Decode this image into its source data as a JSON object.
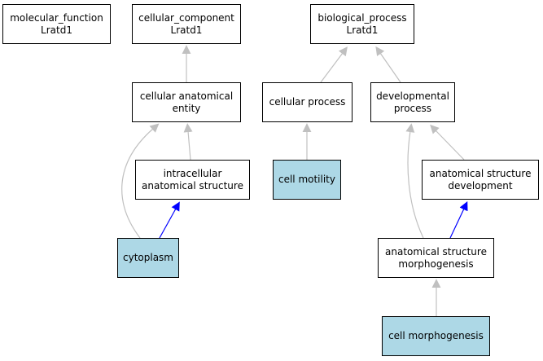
{
  "nodes": [
    {
      "id": "mf",
      "lines": [
        "molecular_function",
        "Lratd1"
      ],
      "highlight": false
    },
    {
      "id": "cc",
      "lines": [
        "cellular_component",
        "Lratd1"
      ],
      "highlight": false
    },
    {
      "id": "bp",
      "lines": [
        "biological_process",
        "Lratd1"
      ],
      "highlight": false
    },
    {
      "id": "cae",
      "lines": [
        "cellular anatomical",
        "entity"
      ],
      "highlight": false
    },
    {
      "id": "cp",
      "lines": [
        "cellular process"
      ],
      "highlight": false
    },
    {
      "id": "dp",
      "lines": [
        "developmental",
        "process"
      ],
      "highlight": false
    },
    {
      "id": "ias",
      "lines": [
        "intracellular",
        "anatomical structure"
      ],
      "highlight": false
    },
    {
      "id": "cm",
      "lines": [
        "cell motility"
      ],
      "highlight": true
    },
    {
      "id": "asd",
      "lines": [
        "anatomical structure",
        "development"
      ],
      "highlight": false
    },
    {
      "id": "cyto",
      "lines": [
        "cytoplasm"
      ],
      "highlight": true
    },
    {
      "id": "asm",
      "lines": [
        "anatomical structure",
        "morphogenesis"
      ],
      "highlight": false
    },
    {
      "id": "cmorph",
      "lines": [
        "cell morphogenesis"
      ],
      "highlight": true
    }
  ],
  "edges": [
    {
      "from": "cae",
      "to": "cc",
      "relation": "is_a"
    },
    {
      "from": "ias",
      "to": "cae",
      "relation": "is_a"
    },
    {
      "from": "cyto",
      "to": "cae",
      "relation": "is_a"
    },
    {
      "from": "cyto",
      "to": "ias",
      "relation": "part_of"
    },
    {
      "from": "cp",
      "to": "bp",
      "relation": "is_a"
    },
    {
      "from": "dp",
      "to": "bp",
      "relation": "is_a"
    },
    {
      "from": "cm",
      "to": "cp",
      "relation": "is_a"
    },
    {
      "from": "asd",
      "to": "dp",
      "relation": "is_a"
    },
    {
      "from": "asm",
      "to": "dp",
      "relation": "is_a"
    },
    {
      "from": "asm",
      "to": "asd",
      "relation": "part_of"
    },
    {
      "from": "cmorph",
      "to": "asm",
      "relation": "is_a"
    }
  ],
  "colors": {
    "node_fill": "#ffffff",
    "node_highlight_fill": "#add8e6",
    "node_border": "#000000",
    "edge_is_a": "#c0c0c0",
    "edge_part_of": "#0000ff"
  }
}
